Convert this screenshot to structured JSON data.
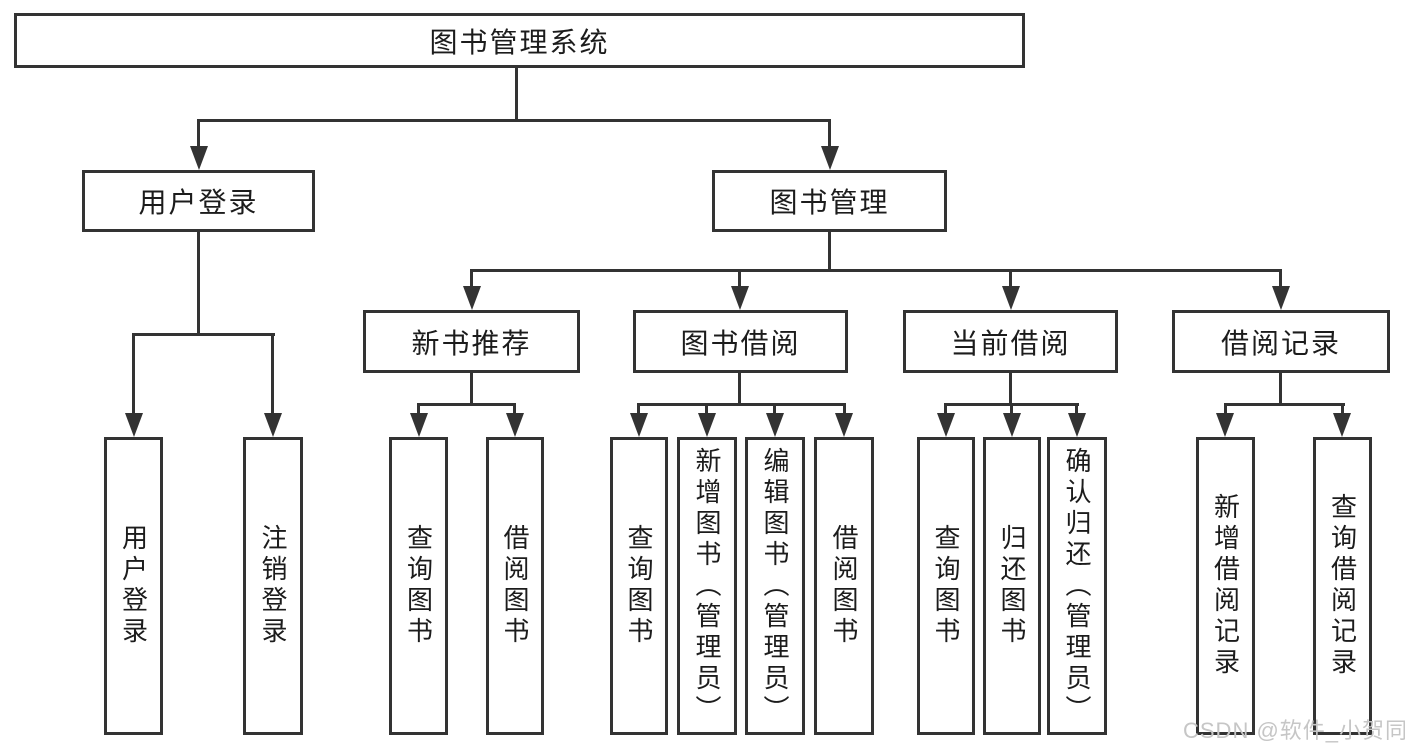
{
  "tree": {
    "root": {
      "label": "图书管理系统"
    },
    "user_login": {
      "label": "用户登录",
      "children": [
        {
          "label": "用户登录"
        },
        {
          "label": "注销登录"
        }
      ]
    },
    "book_mgmt": {
      "label": "图书管理",
      "children": [
        {
          "label": "新书推荐",
          "children": [
            {
              "label": "查询图书"
            },
            {
              "label": "借阅图书"
            }
          ]
        },
        {
          "label": "图书借阅",
          "children": [
            {
              "label": "查询图书"
            },
            {
              "label": "新增图书（管理员）"
            },
            {
              "label": "编辑图书（管理员）"
            },
            {
              "label": "借阅图书"
            }
          ]
        },
        {
          "label": "当前借阅",
          "children": [
            {
              "label": "查询图书"
            },
            {
              "label": "归还图书"
            },
            {
              "label": "确认归还（管理员）"
            }
          ]
        },
        {
          "label": "借阅记录",
          "children": [
            {
              "label": "新增借阅记录"
            },
            {
              "label": "查询借阅记录"
            }
          ]
        }
      ]
    }
  },
  "watermark": {
    "text": "CSDN @软件_小贺同学"
  },
  "colors": {
    "line": "#333333",
    "text": "#1c1c1c",
    "box_fill": "#ffffff",
    "watermark": "#c6c6c6",
    "background": "#ffffff"
  }
}
